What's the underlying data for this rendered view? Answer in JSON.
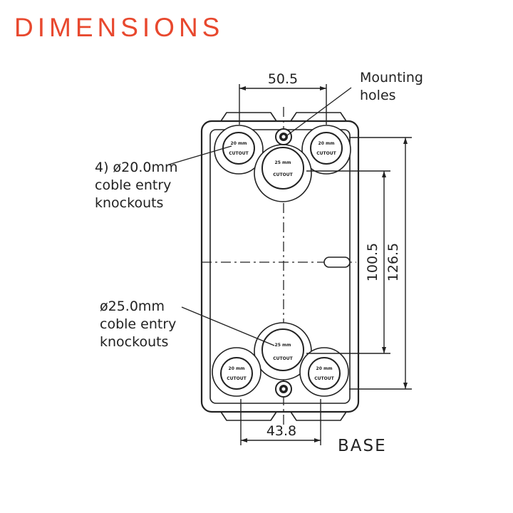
{
  "title": "DIMENSIONS",
  "dimensions": {
    "top_width": "50.5",
    "bottom_width": "43.8",
    "inner_height": "100.5",
    "outer_height": "126.5"
  },
  "callouts": {
    "mounting_holes": [
      "Mounting",
      "holes"
    ],
    "knockouts_20": [
      "4) ø20.0mm",
      "coble entry",
      "knockouts"
    ],
    "knockouts_25": [
      "ø25.0mm",
      "coble entry",
      "knockouts"
    ]
  },
  "knockout_text": {
    "size_20": "20 mm",
    "size_25": "25 mm",
    "cutout": "CUTOUT"
  },
  "view_label": "BASE"
}
